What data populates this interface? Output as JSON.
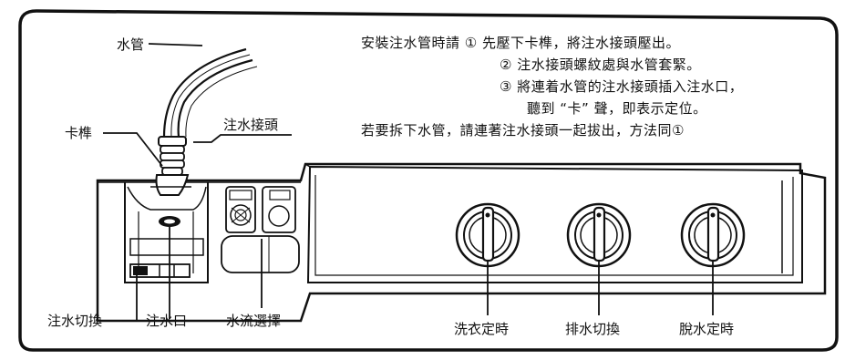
{
  "instructions": {
    "line1": "安裝注水管時請 ① 先壓下卡榫，將注水接頭壓出。",
    "line2": "② 注水接頭螺紋處與水管套緊。",
    "line3": "③ 將連着水管的注水接頭插入注水口，",
    "line4": "聽到 “卡” 聲，即表示定位。",
    "line5": "若要拆下水管，請連著注水接頭一起拔出，方法同①"
  },
  "labels": {
    "water_hose": "水管",
    "latch": "卡榫",
    "inlet_connector": "注水接頭",
    "inlet_switch": "注水切換",
    "inlet": "注水口",
    "flow_select": "水流選擇",
    "wash_timer": "洗衣定時",
    "drain_switch": "排水切換",
    "spin_timer": "脫水定時"
  }
}
